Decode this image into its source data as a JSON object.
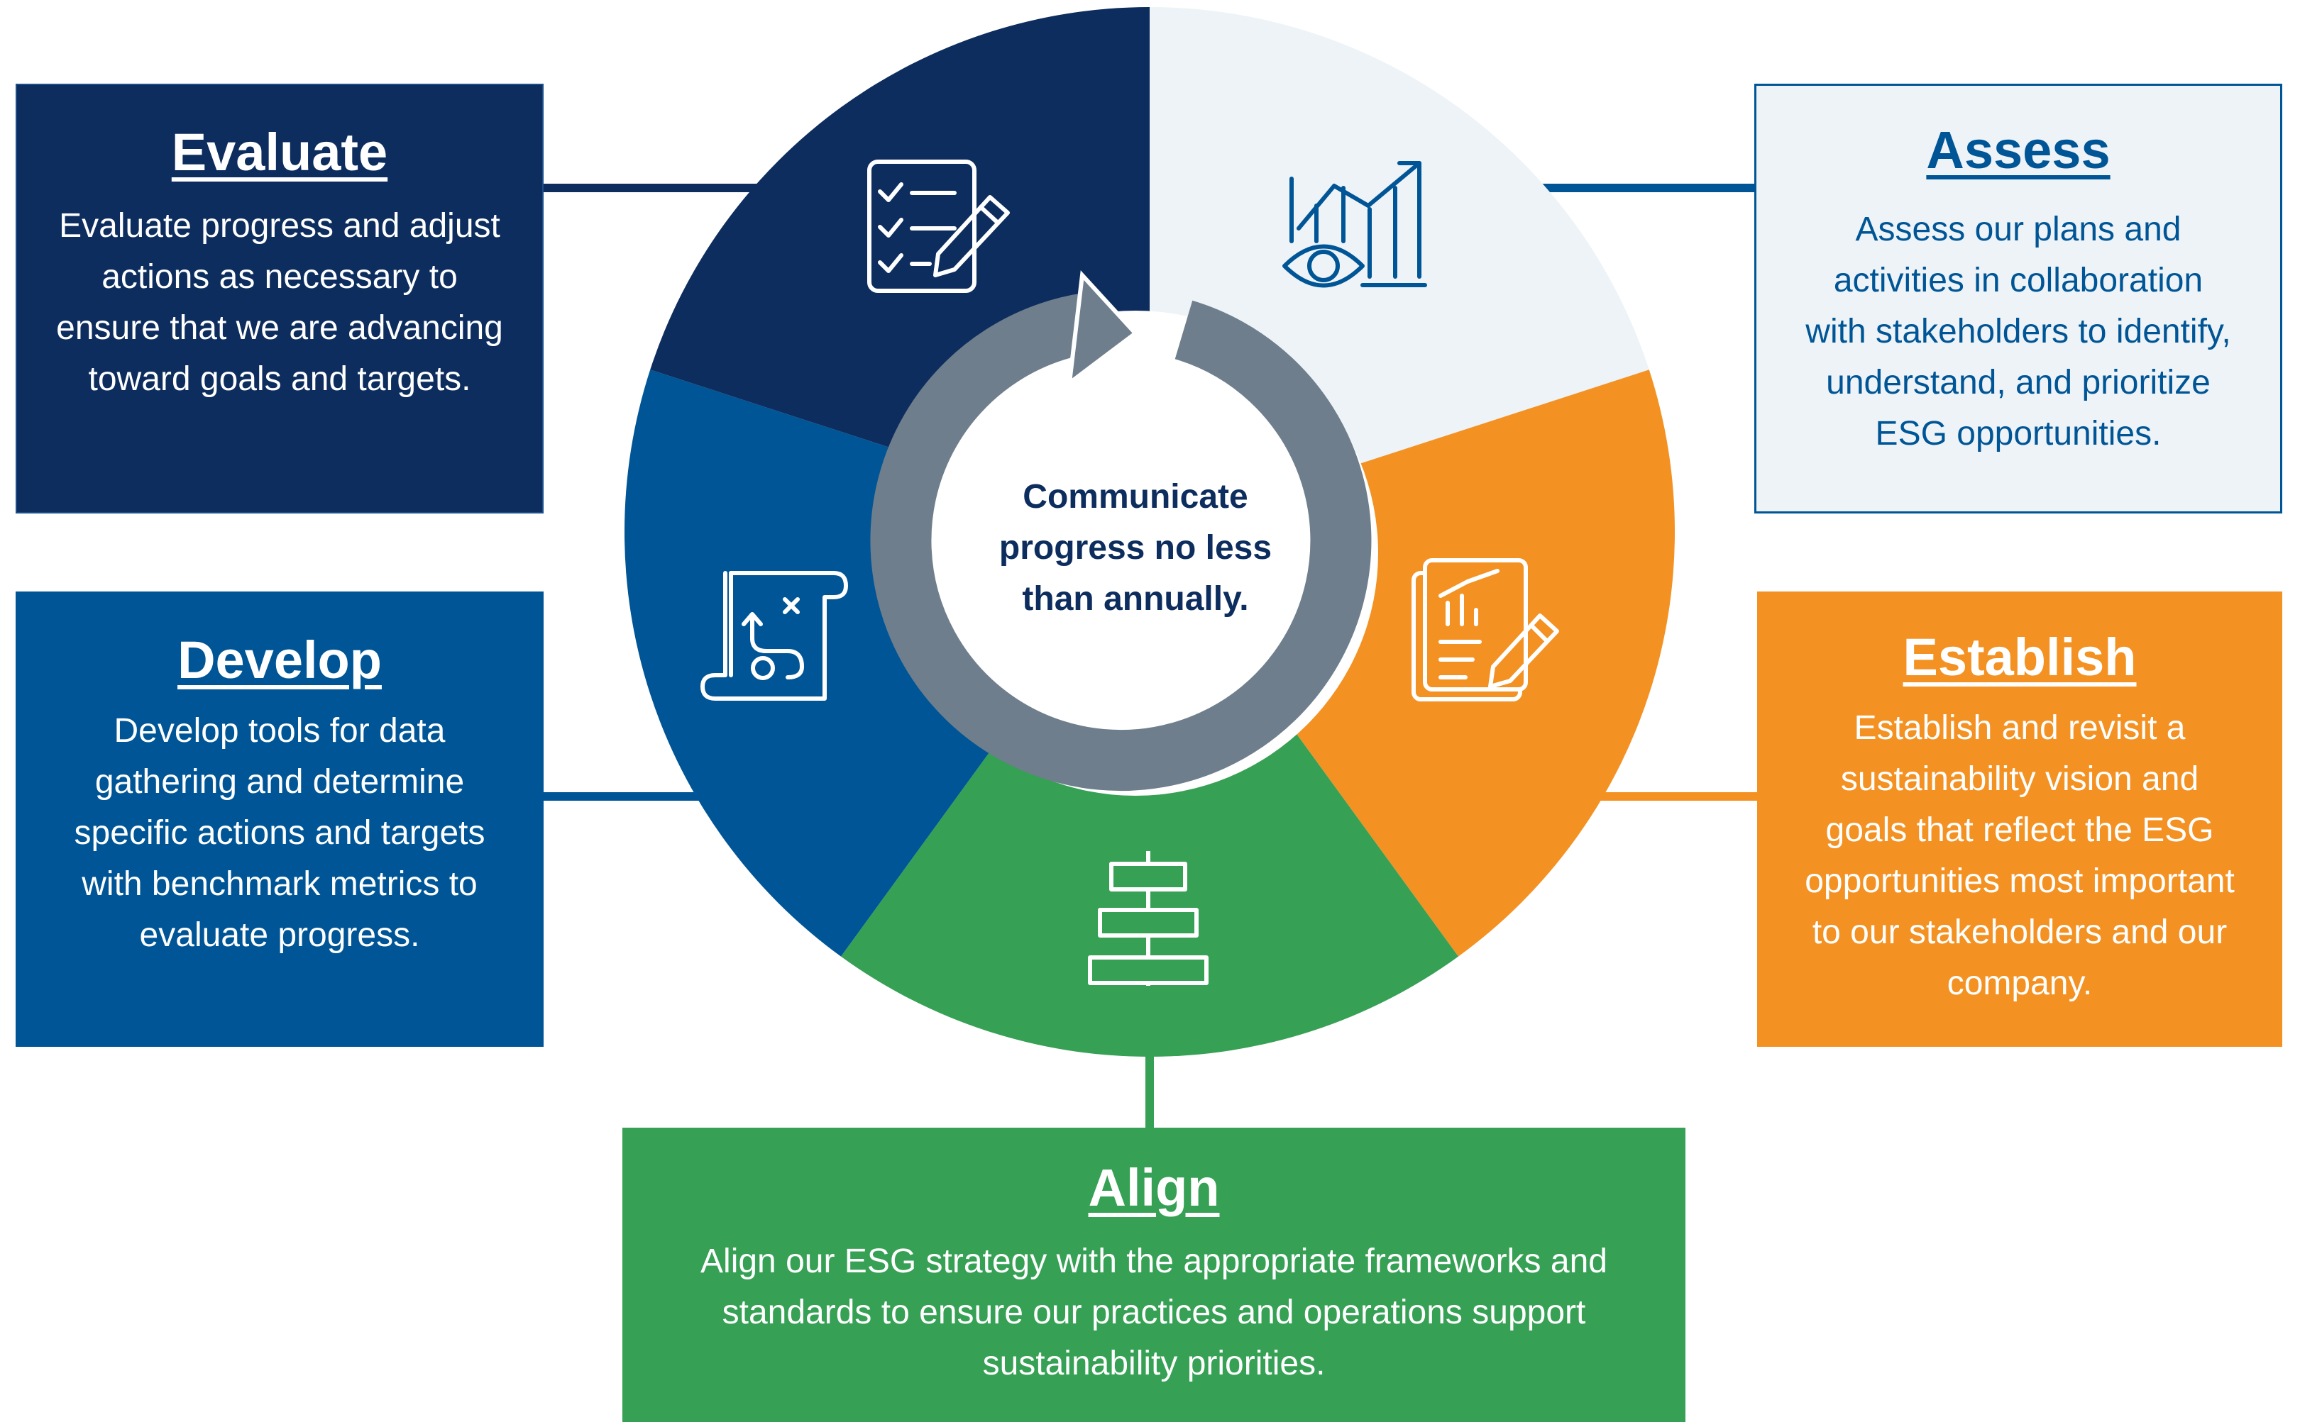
{
  "center": {
    "line1": "Communicate",
    "line2": "progress no less",
    "line3": "than annually."
  },
  "steps": {
    "evaluate": {
      "title": "Evaluate",
      "lines": [
        "Evaluate progress and adjust",
        "actions as necessary to",
        "ensure that we are advancing",
        "toward goals and targets."
      ],
      "color": "#0d2d5e"
    },
    "assess": {
      "title": "Assess",
      "lines": [
        "Assess our plans and",
        "activities in collaboration",
        "with stakeholders to identify,",
        "understand, and prioritize",
        "ESG opportunities."
      ],
      "color": "#edf3f6"
    },
    "establish": {
      "title": "Establish",
      "lines": [
        "Establish and revisit a",
        "sustainability vision and",
        "goals that reflect the ESG",
        "opportunities most important",
        "to our stakeholders and our",
        "company."
      ],
      "color": "#f39223"
    },
    "align": {
      "title": "Align",
      "lines": [
        "Align our ESG strategy with the appropriate frameworks and",
        "standards to ensure our practices and operations support",
        "sustainability priorities."
      ],
      "color": "#36a054"
    },
    "develop": {
      "title": "Develop",
      "lines": [
        "Develop tools for data",
        "gathering and determine",
        "specific actions and targets",
        "with benchmark metrics to",
        "evaluate progress."
      ],
      "color": "#005596"
    }
  },
  "icons": {
    "evaluate": "checklist-pencil-icon",
    "assess": "chart-eye-icon",
    "establish": "report-pencil-icon",
    "align": "alignment-bars-icon",
    "develop": "strategy-map-icon"
  },
  "cycle_arrow_color": "#6e7e8c"
}
